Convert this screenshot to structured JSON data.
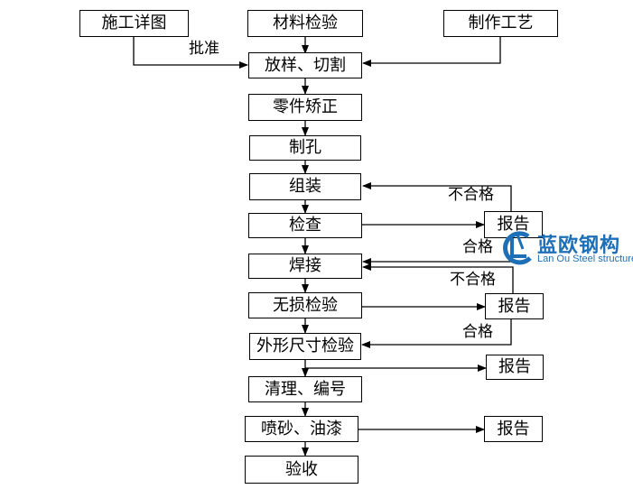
{
  "boxes": {
    "construction_drawings": "施工详图",
    "material_inspection": "材料检验",
    "fabrication_process": "制作工艺",
    "layout_cutting": "放样、切割",
    "part_straightening": "零件矫正",
    "drilling": "制孔",
    "assembly": "组装",
    "inspection": "检查",
    "welding": "焊接",
    "ndt": "无损检验",
    "dimension_check": "外形尺寸检验",
    "cleaning_numbering": "清理、编号",
    "sandblast_paint": "喷砂、油漆",
    "acceptance": "验收",
    "report_1": "报告",
    "report_2": "报告",
    "report_3": "报告",
    "report_4": "报告"
  },
  "labels": {
    "approval": "批准",
    "unqualified_1": "不合格",
    "qualified_1": "合格",
    "unqualified_2": "不合格",
    "qualified_2": "合格"
  },
  "logo": {
    "name_cn": "蓝欧钢构",
    "name_en": "Lan Ou Steel structure",
    "color": "#1d6fb8"
  }
}
